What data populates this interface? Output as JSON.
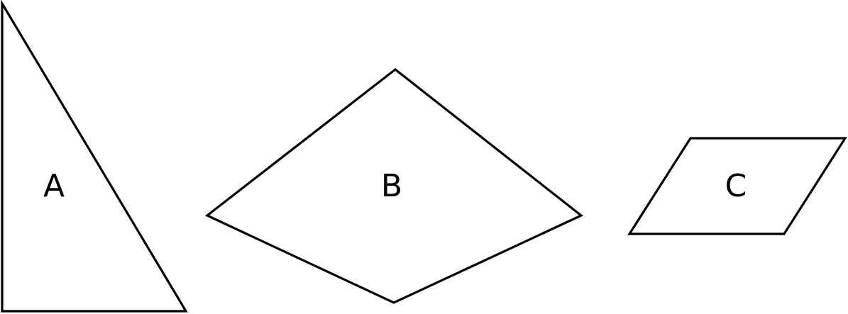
{
  "figure": {
    "shapes": [
      {
        "id": "A",
        "kind": "right-triangle",
        "label": "A"
      },
      {
        "id": "B",
        "kind": "kite",
        "label": "B"
      },
      {
        "id": "C",
        "kind": "parallelogram",
        "label": "C"
      }
    ],
    "colors": {
      "stroke": "#000000",
      "fill": "#ffffff",
      "background": "#ffffff"
    }
  }
}
